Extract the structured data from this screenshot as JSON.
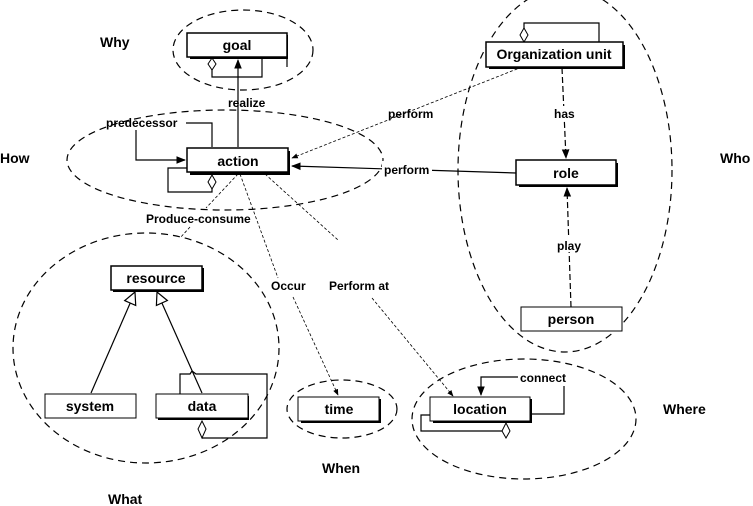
{
  "diagram": {
    "dimensions": {
      "why": "Why",
      "how": "How",
      "who": "Who",
      "what": "What",
      "when": "When",
      "where": "Where"
    },
    "classes": {
      "goal": "goal",
      "action": "action",
      "organization_unit": "Organization unit",
      "role": "role",
      "person": "person",
      "resource": "resource",
      "system": "system",
      "data": "data",
      "time": "time",
      "location": "location"
    },
    "relations": {
      "realize": "realize",
      "predecessor": "predecessor",
      "perform_org": "perform",
      "perform_role": "perform",
      "has": "has",
      "play": "play",
      "produce_consume": "Produce-consume",
      "occur": "Occur",
      "perform_at": "Perform at",
      "connect": "connect"
    }
  }
}
